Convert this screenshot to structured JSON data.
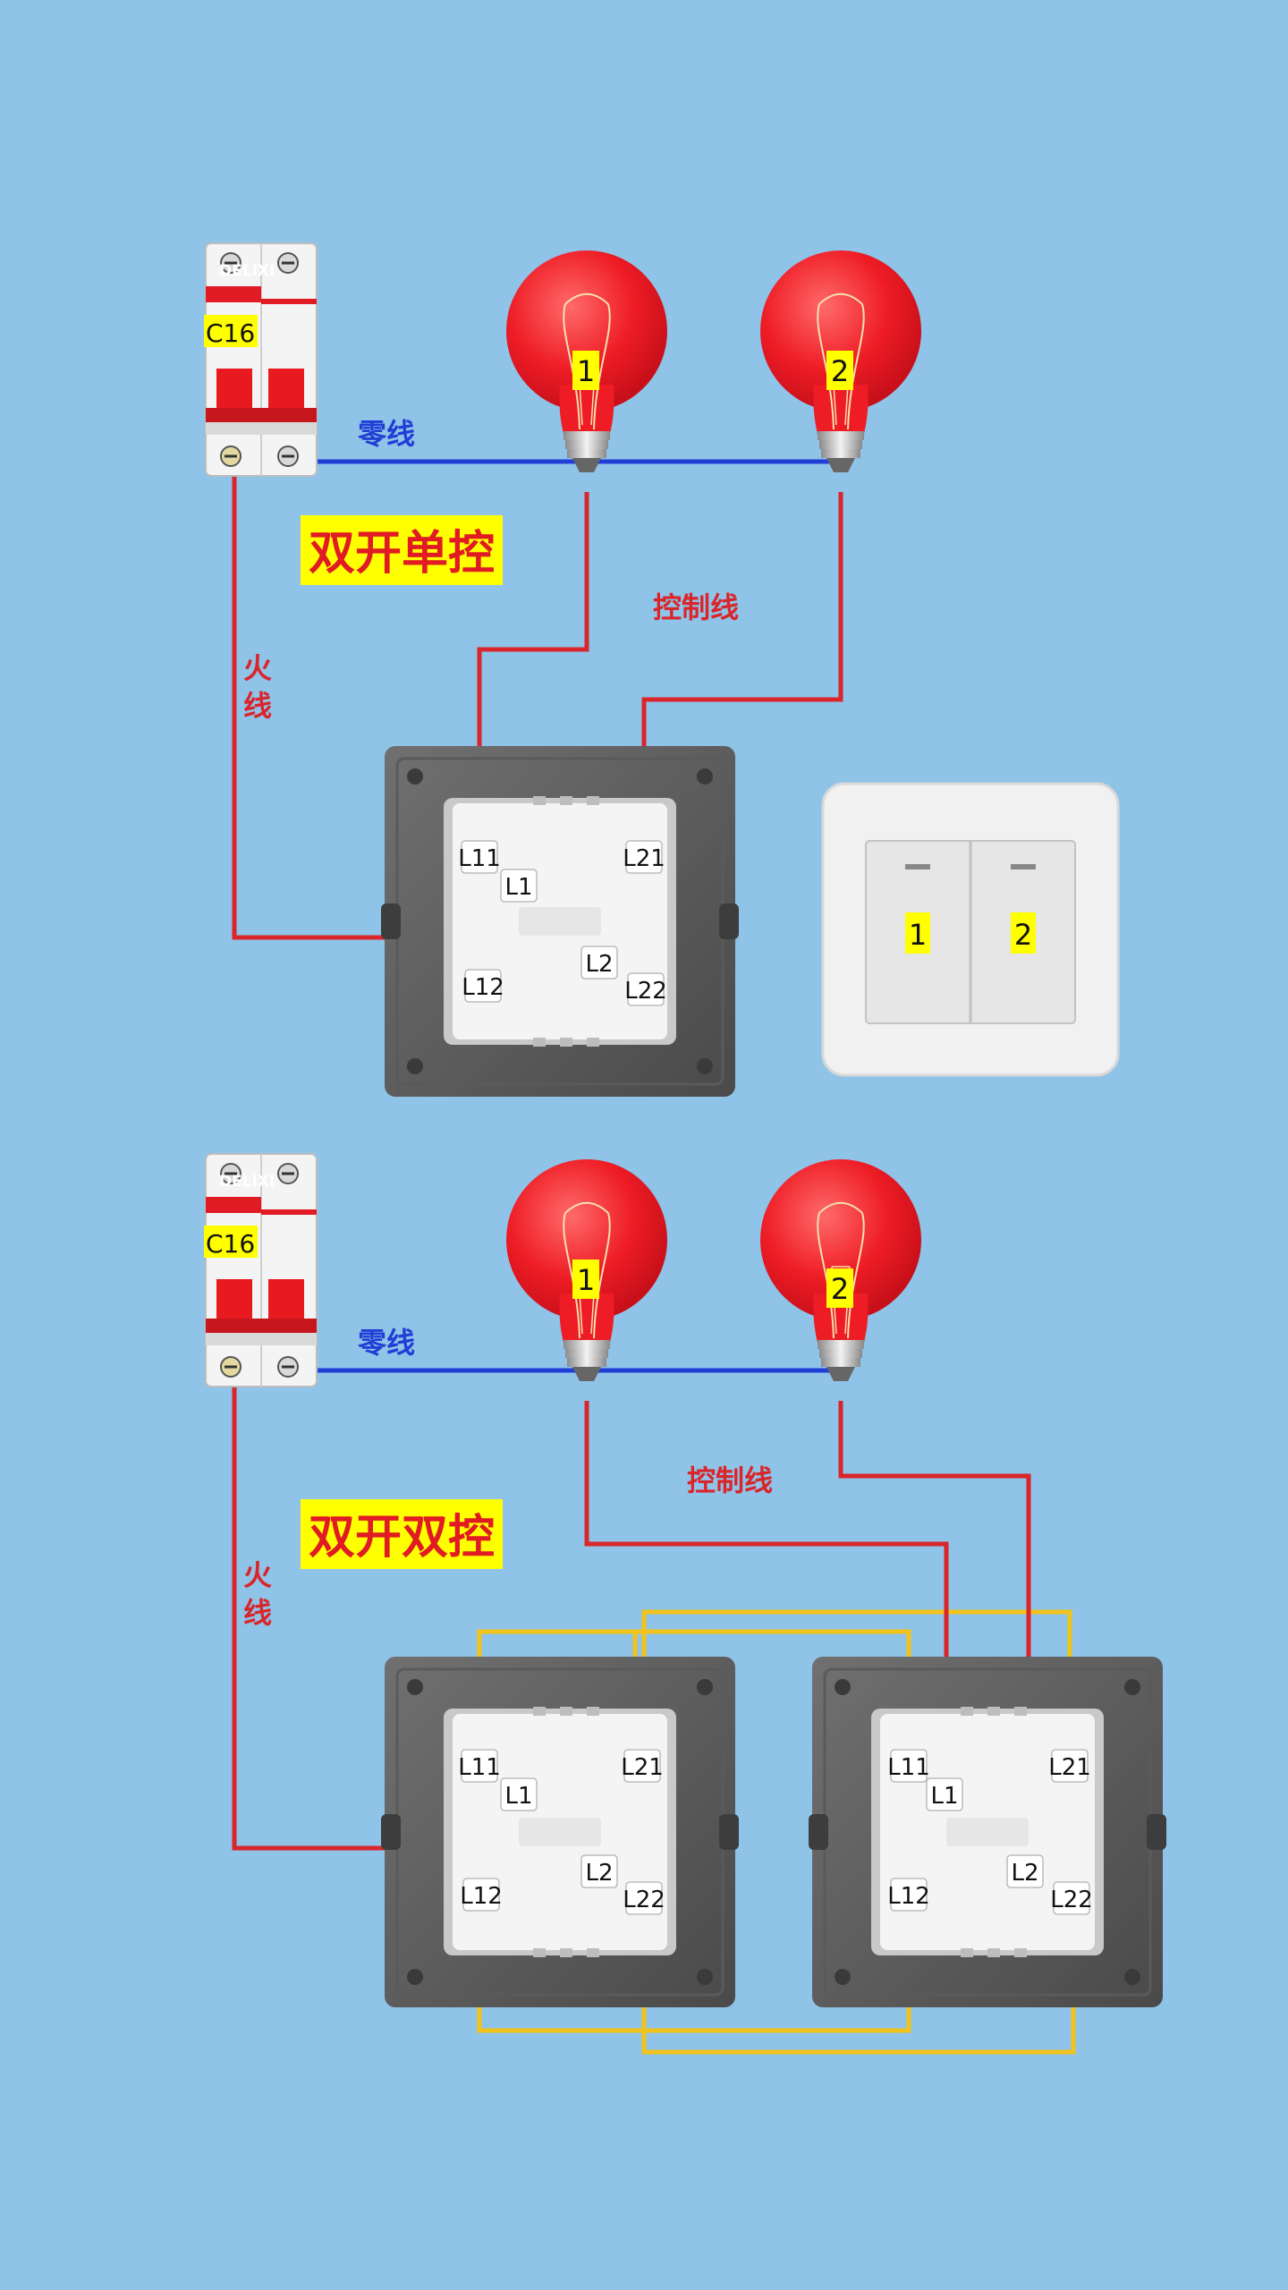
{
  "colors": {
    "background": "#8fc3e8",
    "neutral_wire": "#1f3fd6",
    "live_wire": "#d9262b",
    "traveler_wire": "#f2c31a",
    "bulb": "#ee1c25",
    "label_bg": "#ffff00"
  },
  "diagrams": [
    {
      "title": "双开单控",
      "neutral_label": "零线",
      "live_label": "火线",
      "control_label": "控制线",
      "breaker": {
        "brand": "DELIXI",
        "rating": "C16"
      },
      "bulbs": [
        "1",
        "2"
      ],
      "switch_terminals": {
        "l11": "L11",
        "l1": "L1",
        "l21": "L21",
        "l12": "L12",
        "l2": "L2",
        "l22": "L22"
      },
      "panel_buttons": [
        "1",
        "2"
      ]
    },
    {
      "title": "双开双控",
      "neutral_label": "零线",
      "live_label": "火线",
      "control_label": "控制线",
      "breaker": {
        "brand": "DELIXI",
        "rating": "C16"
      },
      "bulbs": [
        "1",
        "2"
      ],
      "switch_a_terminals": {
        "l11": "L11",
        "l1": "L1",
        "l21": "L21",
        "l12": "L12",
        "l2": "L2",
        "l22": "L22"
      },
      "switch_b_terminals": {
        "l11": "L11",
        "l1": "L1",
        "l21": "L21",
        "l12": "L12",
        "l2": "L2",
        "l22": "L22"
      }
    }
  ]
}
